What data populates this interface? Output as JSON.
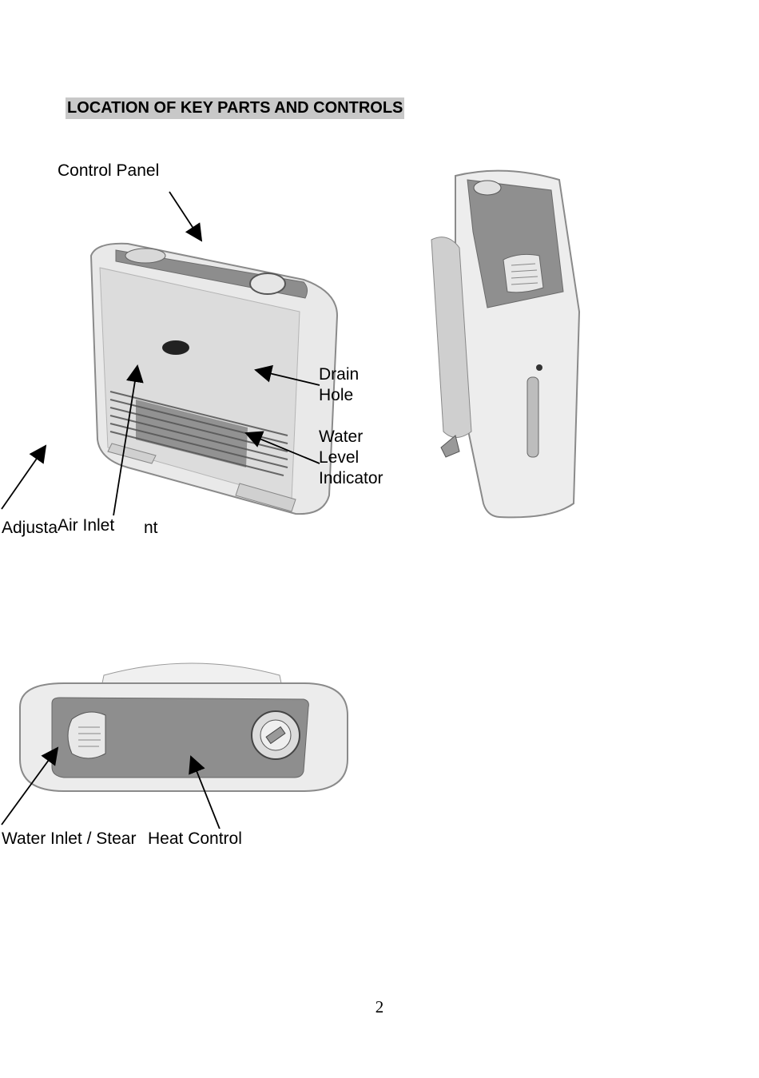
{
  "page": {
    "heading": "LOCATION OF KEY PARTS AND CONTROLS",
    "page_number": "2"
  },
  "labels": {
    "control_panel": "Control Panel",
    "drain_line1": "Drain",
    "drain_line2": "Hole",
    "water_level_line1": "Water",
    "water_level_line2": "Level",
    "water_level_line3": "Indicator",
    "adjustable_fragment_a": "Adjusta",
    "air_inlet": "Air Inlet",
    "adjustable_fragment_b": "nt",
    "water_inlet": "Water Inlet / Stear",
    "heat_control": "Heat Control"
  },
  "figures": {
    "front_view": "heater-front-view",
    "side_view": "heater-side-view",
    "top_view": "heater-top-view"
  }
}
